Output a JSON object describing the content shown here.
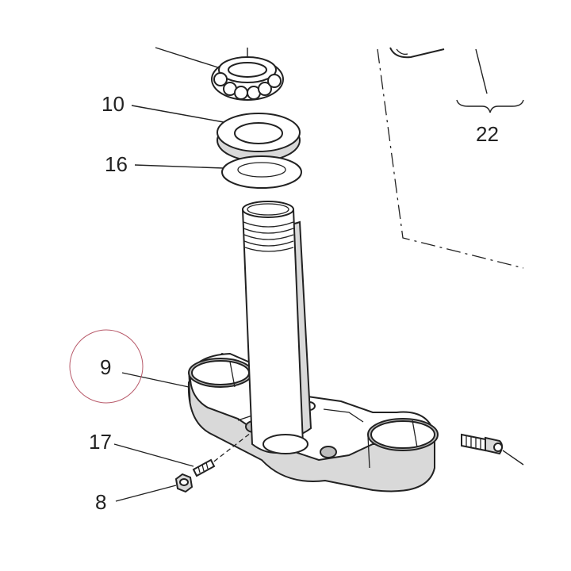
{
  "callouts": {
    "c10": "10",
    "c16": "16",
    "c22": "22",
    "c9": "9",
    "c17": "17",
    "c8": "8"
  },
  "highlight_color": "#b85a6a"
}
